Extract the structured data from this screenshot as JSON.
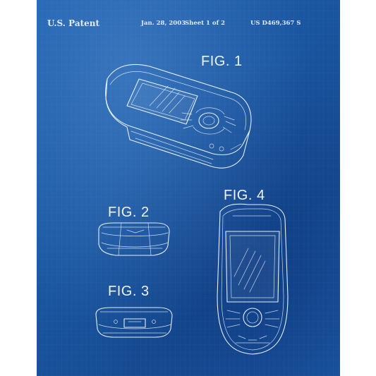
{
  "header": {
    "patent": "U.S. Patent",
    "date": "Jan. 28, 2003",
    "sheet": "Sheet 1 of 2",
    "number": "US D469,367 S"
  },
  "figures": {
    "fig1": "FIG. 1",
    "fig2": "FIG. 2",
    "fig3": "FIG. 3",
    "fig4": "FIG. 4"
  },
  "colors": {
    "background": "#1a56a1",
    "line": "#e6eef9",
    "frame": "#ffffff"
  }
}
